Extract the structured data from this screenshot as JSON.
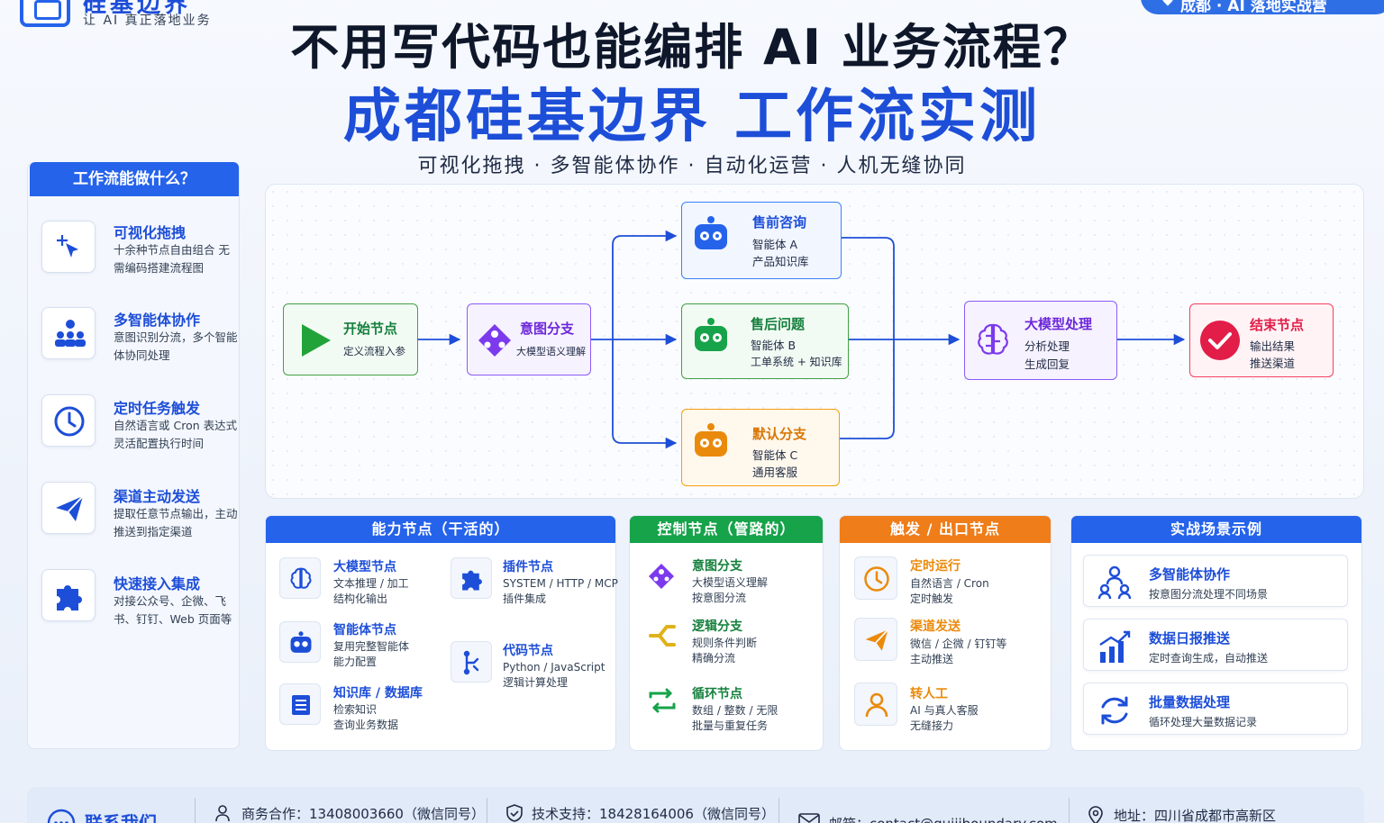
{
  "header": {
    "logo_name": "硅基边界",
    "logo_slogan": "让 AI 真正落地业务",
    "badge": "成都 · AI 落地实战营",
    "title": "不用写代码也能编排 AI 业务流程？",
    "headline": "成都硅基边界 工作流实测",
    "subtitle": "可视化拖拽 · 多智能体协作 · 自动化运营 · 人机无缝协同"
  },
  "left_panel": {
    "title": "工作流能做什么？",
    "items": [
      {
        "title": "可视化拖拽",
        "desc": "十余种节点自由组合 无需编码搭建流程图",
        "icon": "drag-cursor-icon"
      },
      {
        "title": "多智能体协作",
        "desc": "意图识别分流，多个智能体协同处理",
        "icon": "team-icon"
      },
      {
        "title": "定时任务触发",
        "desc": "自然语言或 Cron 表达式灵活配置执行时间",
        "icon": "clock-icon"
      },
      {
        "title": "渠道主动发送",
        "desc": "提取任意节点输出，主动推送到指定渠道",
        "icon": "paper-plane-icon"
      },
      {
        "title": "快速接入集成",
        "desc": "对接公众号、企微、飞书、钉钉、Web 页面等",
        "icon": "puzzle-icon"
      }
    ]
  },
  "flow": {
    "start": {
      "title": "开始节点",
      "desc": "定义流程入参"
    },
    "intent": {
      "title": "意图分支",
      "desc": "大模型语义理解"
    },
    "presale": {
      "title": "售前咨询",
      "line1": "智能体 A",
      "line2": "产品知识库"
    },
    "aftersale": {
      "title": "售后问题",
      "line1": "智能体 B",
      "line2": "工单系统 + 知识库"
    },
    "default": {
      "title": "默认分支",
      "line1": "智能体 C",
      "line2": "通用客服"
    },
    "llm": {
      "title": "大模型处理",
      "line1": "分析处理",
      "line2": "生成回复"
    },
    "end": {
      "title": "结束节点",
      "line1": "输出结果",
      "line2": "推送渠道"
    }
  },
  "capability": {
    "title": "能力节点（干活的）",
    "items": [
      {
        "title": "大模型节点",
        "d1": "文本推理 / 加工",
        "d2": "结构化输出"
      },
      {
        "title": "插件节点",
        "d1": "SYSTEM / HTTP / MCP",
        "d2": "插件集成"
      },
      {
        "title": "智能体节点",
        "d1": "复用完整智能体",
        "d2": "能力配置"
      },
      {
        "title": "代码节点",
        "d1": "Python / JavaScript",
        "d2": "逻辑计算处理"
      },
      {
        "title": "知识库 / 数据库",
        "d1": "检索知识",
        "d2": "查询业务数据"
      }
    ]
  },
  "control": {
    "title": "控制节点（管路的）",
    "items": [
      {
        "title": "意图分支",
        "d1": "大模型语义理解",
        "d2": "按意图分流"
      },
      {
        "title": "逻辑分支",
        "d1": "规则条件判断",
        "d2": "精确分流"
      },
      {
        "title": "循环节点",
        "d1": "数组 / 整数 / 无限",
        "d2": "批量与重复任务"
      }
    ]
  },
  "trigger": {
    "title": "触发 / 出口节点",
    "items": [
      {
        "title": "定时运行",
        "d1": "自然语言 / Cron",
        "d2": "定时触发"
      },
      {
        "title": "渠道发送",
        "d1": "微信 / 企微 / 钉钉等",
        "d2": "主动推送"
      },
      {
        "title": "转人工",
        "d1": "AI 与真人客服",
        "d2": "无缝接力"
      }
    ]
  },
  "cases": {
    "title": "实战场景示例",
    "items": [
      {
        "title": "多智能体协作",
        "desc": "按意图分流处理不同场景"
      },
      {
        "title": "数据日报推送",
        "desc": "定时查询生成，自动推送"
      },
      {
        "title": "批量数据处理",
        "desc": "循环处理大量数据记录"
      }
    ]
  },
  "footer": {
    "contact": "联系我们",
    "business": "商务合作：13408003660（微信同号）",
    "support": "技术支持：18428164006（微信同号）",
    "email": "邮箱：contact@guijiboundary.com",
    "address": "地址：四川省成都市高新区"
  },
  "colors": {
    "primary": "#2563eb",
    "green": "#16a34a",
    "purple": "#7c3aed",
    "orange": "#ea8a0c",
    "red": "#e11d48"
  }
}
